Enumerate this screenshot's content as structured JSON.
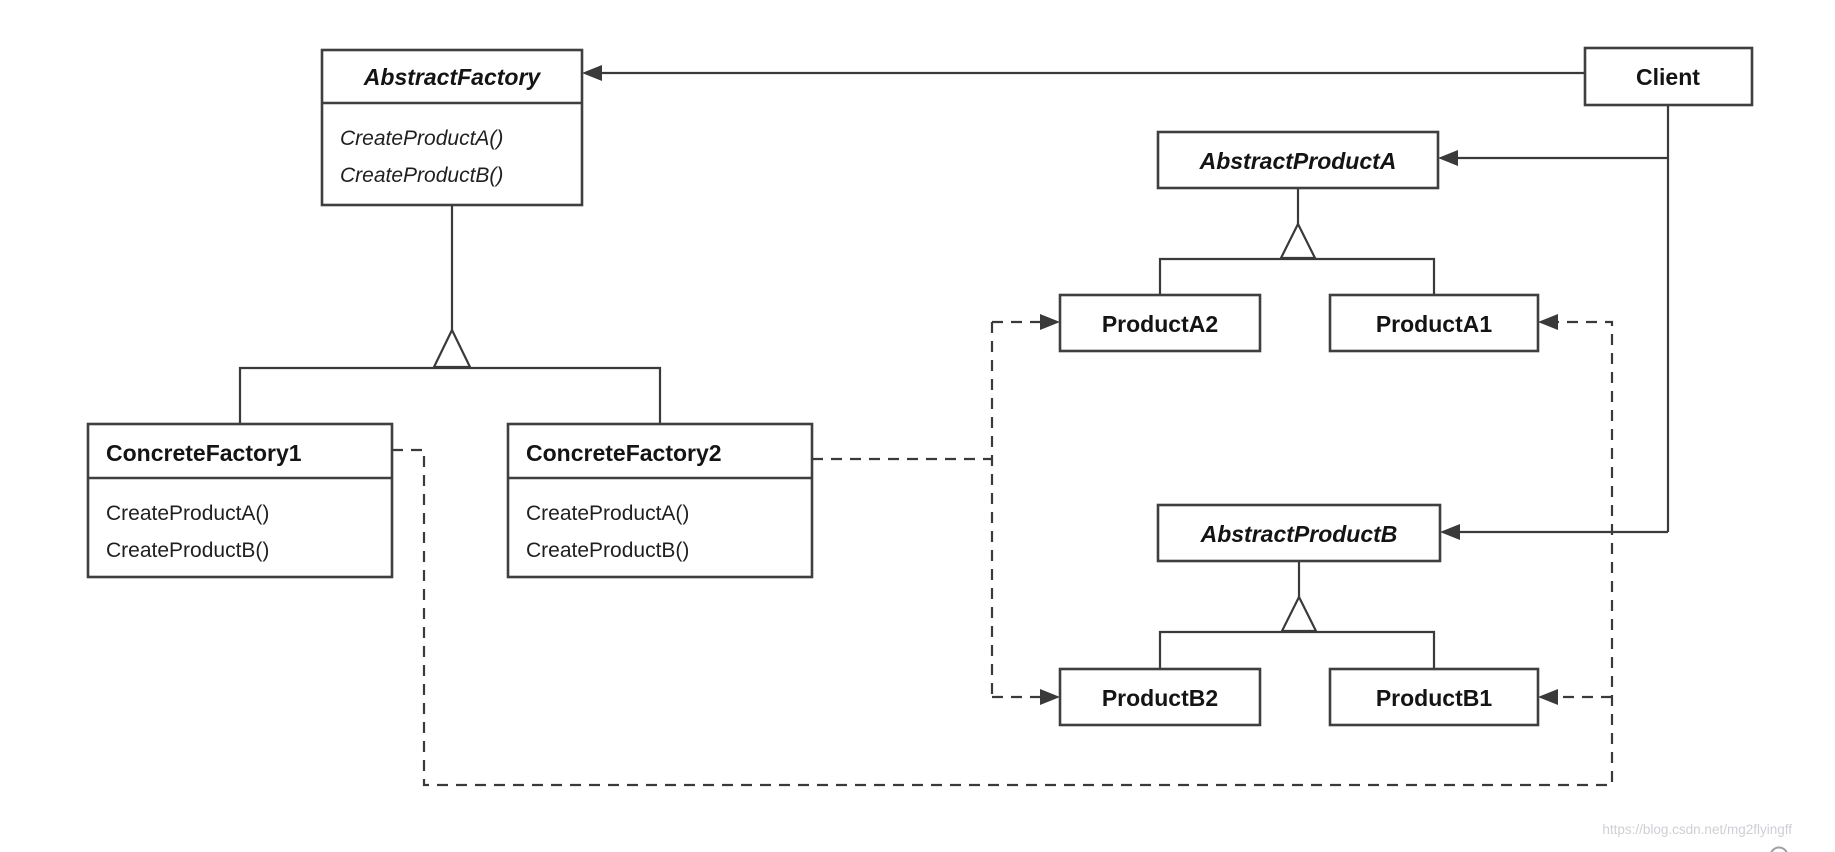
{
  "classes": {
    "abstract_factory": {
      "name": "AbstractFactory",
      "method_a": "CreateProductA()",
      "method_b": "CreateProductB()"
    },
    "concrete_factory_1": {
      "name": "ConcreteFactory1",
      "method_a": "CreateProductA()",
      "method_b": "CreateProductB()"
    },
    "concrete_factory_2": {
      "name": "ConcreteFactory2",
      "method_a": "CreateProductA()",
      "method_b": "CreateProductB()"
    },
    "client": {
      "name": "Client"
    },
    "abstract_product_a": {
      "name": "AbstractProductA"
    },
    "product_a2": {
      "name": "ProductA2"
    },
    "product_a1": {
      "name": "ProductA1"
    },
    "abstract_product_b": {
      "name": "AbstractProductB"
    },
    "product_b2": {
      "name": "ProductB2"
    },
    "product_b1": {
      "name": "ProductB1"
    }
  },
  "watermark": {
    "text": "https://blog.csdn.net/mg2flyingff"
  },
  "colors": {
    "line": "#3a3a3a",
    "border": "#3f3f3f",
    "text": "#141414",
    "background": "#ffffff",
    "watermark": "#ccd0d5"
  }
}
